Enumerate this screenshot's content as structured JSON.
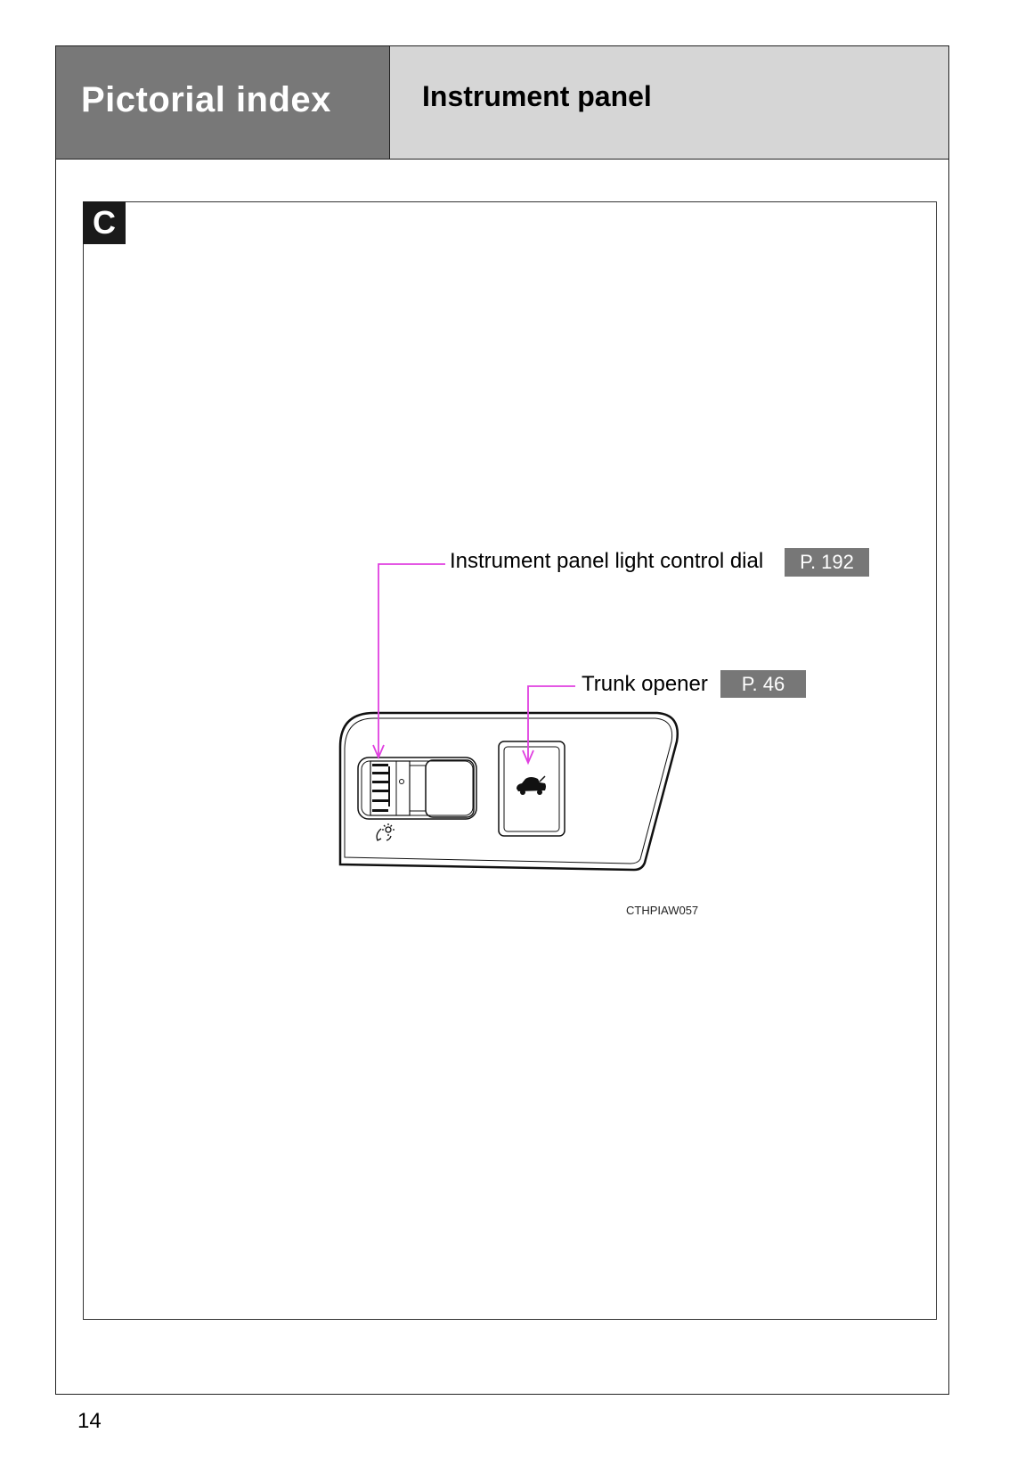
{
  "header": {
    "section": "Pictorial index",
    "title": "Instrument panel"
  },
  "panel": {
    "badge": "C",
    "callouts": [
      {
        "label": "Instrument panel light control dial",
        "page_ref": "P. 192"
      },
      {
        "label": "Trunk opener",
        "page_ref": "P. 46"
      }
    ],
    "figure_code": "CTHPIAW057"
  },
  "colors": {
    "callout_line": "#e040e0",
    "header_dark": "#787878",
    "header_light": "#d6d6d6"
  },
  "page_number": "14"
}
